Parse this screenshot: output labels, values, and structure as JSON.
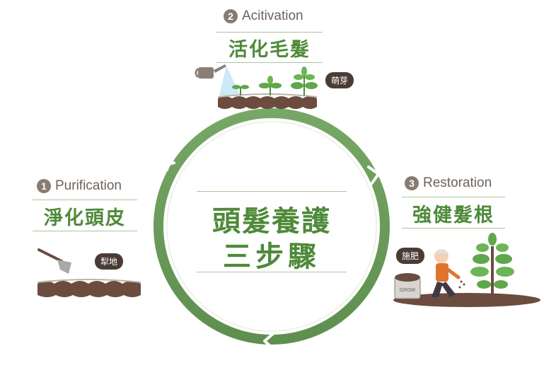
{
  "center": {
    "title_line1": "頭髮養護",
    "title_line2": "三步驟"
  },
  "steps": [
    {
      "number": "1",
      "name_en": "Purification",
      "name_zh": "淨化頭皮",
      "badge": "犁地"
    },
    {
      "number": "2",
      "name_en": "Acitivation",
      "name_zh": "活化毛髮",
      "badge": "萌芽"
    },
    {
      "number": "3",
      "name_en": "Restoration",
      "name_zh": "強健髮根",
      "badge": "施肥"
    }
  ],
  "fertilizer_bag_text": "GROW",
  "colors": {
    "ring": "#6f9c5e",
    "accent_green": "#4e8a3a",
    "soil": "#6b4c3f",
    "badge": "#4a3c35"
  },
  "icons": [
    "hoe-icon",
    "watering-can-icon",
    "sprout-icon",
    "gardener-icon",
    "fertilizer-bag-icon",
    "tree-icon"
  ]
}
